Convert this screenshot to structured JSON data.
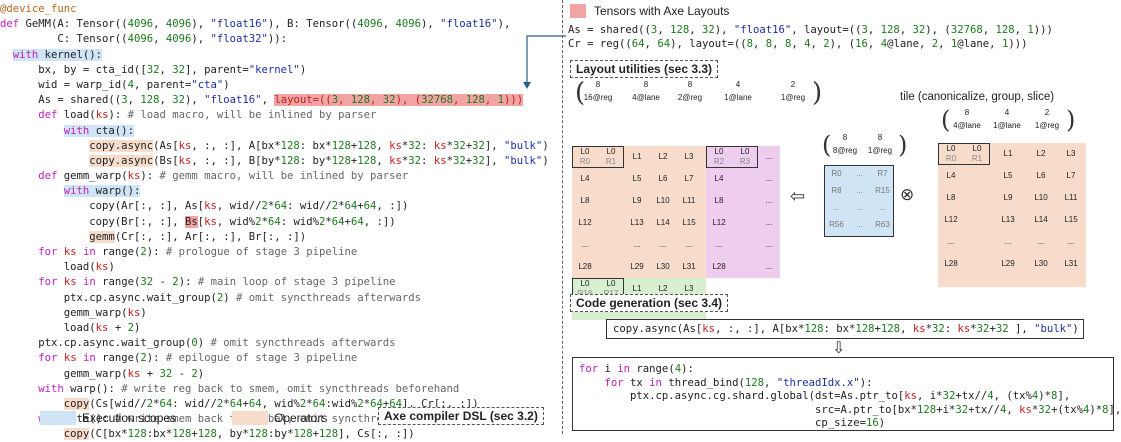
{
  "code_lines": [
    "@device_func",
    "def GeMM(A: Tensor((4096, 4096), \"float16\"), B: Tensor((4096, 4096), \"float16\"),",
    "         C: Tensor((4096, 4096), \"float32\")):",
    "  with kernel():",
    "      bx, by = cta_id([32, 32], parent=\"kernel\")",
    "      wid = warp_id(4, parent=\"cta\")",
    "      As = shared((3, 128, 32), \"float16\", layout=((3, 128, 32), (32768, 128, 1)))",
    "      def load(ks): # load macro, will be inlined by parser",
    "          with cta():",
    "              copy.async(As[ks, :, :], A[bx*128: bx*128+128, ks*32: ks*32+32], \"bulk\")",
    "              copy.async(Bs[ks, :, :], B[by*128: by*128+128, ks*32: ks*32+32], \"bulk\")",
    "      def gemm_warp(ks): # gemm macro, will be inlined by parser",
    "          with warp():",
    "              copy(Ar[:, :], As[ks, wid//2*64: wid//2*64+64, :])",
    "              copy(Br[:, :], Bs[ks, wid%2*64: wid%2*64+64, :])",
    "              gemm(Cr[:, :], Ar[:, :], Br[:, :])",
    "      for ks in range(2): # prologue of stage 3 pipeline",
    "          load(ks)",
    "      for ks in range(32 - 2): # main loop of stage 3 pipeline",
    "          ptx.cp.async.wait_group(2) # omit syncthreads afterwards",
    "          gemm_warp(ks)",
    "          load(ks + 2)",
    "      ptx.cp.async.wait_group(0) # omit syncthreads afterwards",
    "      for ks in range(2): # epilogue of stage 3 pipeline",
    "          gemm_warp(ks + 32 - 2)",
    "      with warp(): # write reg back to smem, omit syncthreads beforehand",
    "          copy(Cs[wid//2*64: wid//2*64+64, wid%2*64:wid%2*64+64], Cr[:, :])",
    "      with cta(): # write smem back to global, omit syncthreads beforehand",
    "          copy(C[bx*128:bx*128+128, by*128:by*128+128], Cs[:, :])"
  ],
  "legend": {
    "execution_scopes": "Execution scopes",
    "operators": "Operators",
    "dsl_title": "Axe compiler DSL (sec 3.2)"
  },
  "right": {
    "tensors_title": "Tensors with Axe Layouts",
    "as_line": "As = shared((3, 128, 32), \"float16\", layout=((3, 128, 32), (32768, 128, 1)))",
    "cr_line": "Cr = reg((64, 64), layout=((8, 8, 8, 4, 2), (16, 4@lane, 2, 1@lane, 1)))",
    "layout_utils_title": "Layout utilities (sec 3.3)",
    "tile_caption": "tile (canonicalize, group, slice)",
    "code_gen_title": "Code generation (sec 3.4)",
    "copy_line": "copy.async(As[ks, :, :], A[bx*128: bx*128+128, ks*32: ks*32+32 ], \"bulk\")",
    "gen_lines": [
      "for i in range(4):",
      "    for tx in thread_bind(128, \"threadIdx.x\"):",
      "        ptx.cp.async.cg.shard.global(dst=As.ptr_to[ks, i*32+tx//4, (tx%4)*8],",
      "                                     src=A.ptr_to[bx*128+i*32+tx//4, ks*32+(tx%4)*8],",
      "                                     cp_size=16)"
    ]
  },
  "big_matrix": {
    "header_top": [
      "8",
      "8",
      "8",
      "4",
      "2"
    ],
    "header_bottom": [
      "16@reg",
      "4@lane",
      "2@reg",
      "1@lane",
      "1@reg"
    ],
    "rows": [
      [
        "L0 R0",
        "L0 R1",
        "L1",
        "L2",
        "L3",
        "L0 R2",
        "L0 R3",
        "..."
      ],
      [
        "L4",
        "",
        "L5",
        "L6",
        "L7",
        "L4",
        "",
        "..."
      ],
      [
        "L8",
        "",
        "L9",
        "L10",
        "L11",
        "L8",
        "",
        "..."
      ],
      [
        "L12",
        "",
        "L13",
        "L14",
        "L15",
        "L12",
        "",
        "..."
      ],
      [
        "...",
        "",
        "...",
        "...",
        "...",
        "...",
        "",
        "..."
      ],
      [
        "L28",
        "",
        "L29",
        "L30",
        "L31",
        "L28",
        "",
        "..."
      ],
      [
        "L0 R16",
        "L0 R17",
        "L1",
        "L2",
        "L3",
        "",
        "",
        ""
      ],
      [
        "...",
        "",
        "...",
        "...",
        "...",
        "",
        "",
        ""
      ]
    ]
  },
  "small_matrix": {
    "header_top": [
      "8",
      "8"
    ],
    "header_bottom": [
      "8@reg",
      "1@reg"
    ],
    "cells": [
      "R0",
      "...",
      "R7",
      "R8",
      "...",
      "R15",
      "...",
      "...",
      "...",
      "R56",
      "...",
      "R63"
    ]
  },
  "tile_matrix": {
    "header_top": [
      "8",
      "4",
      "2"
    ],
    "header_bottom": [
      "4@lane",
      "1@lane",
      "1@reg"
    ],
    "rows": [
      [
        "L0 R0",
        "L0 R1",
        "L1",
        "L2",
        "L3"
      ],
      [
        "L4",
        "",
        "L5",
        "L6",
        "L7"
      ],
      [
        "L8",
        "",
        "L9",
        "L10",
        "L11"
      ],
      [
        "L12",
        "",
        "L13",
        "L14",
        "L15"
      ],
      [
        "...",
        "",
        "...",
        "...",
        "..."
      ],
      [
        "L28",
        "",
        "L29",
        "L30",
        "L31"
      ]
    ]
  },
  "colors": {
    "peach": "#f8dccb",
    "blue": "#cfe5f5",
    "red": "#f2a3a3",
    "pink": "#efcdef",
    "green": "#d8efcf"
  },
  "symbols": {
    "arrow_left": "⇦",
    "otimes": "⊗",
    "arrow_down": "⇩"
  }
}
